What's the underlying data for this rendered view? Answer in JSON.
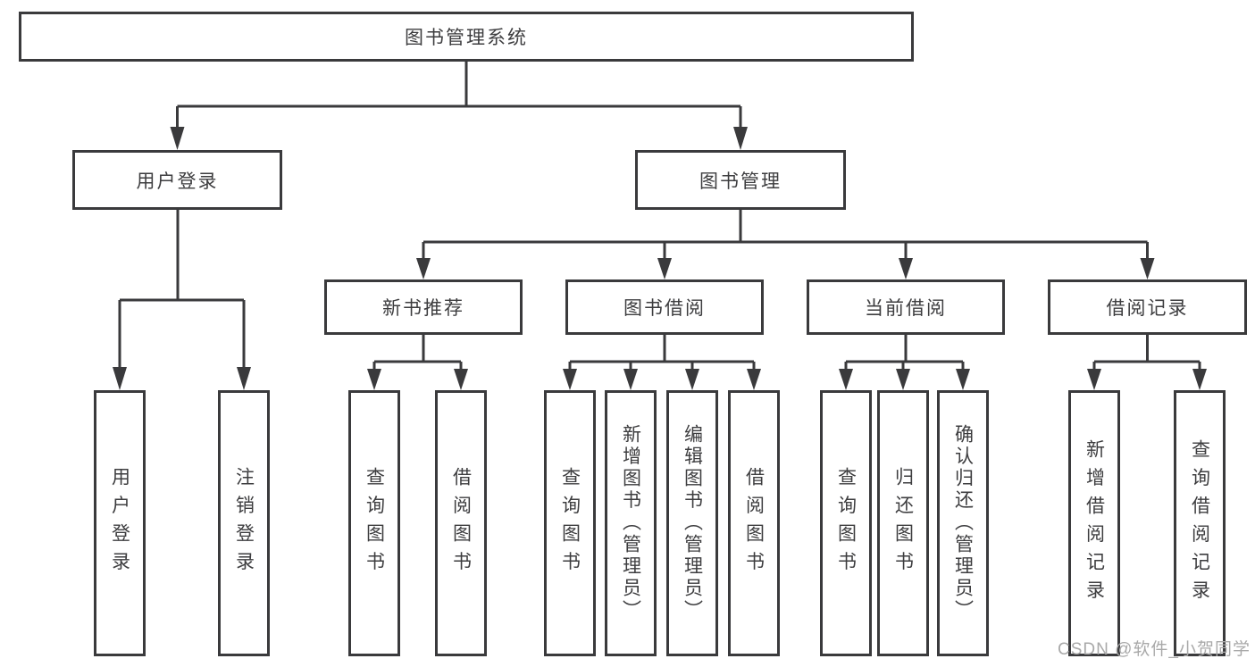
{
  "diagram": {
    "root": {
      "label": "图书管理系统"
    },
    "level2": {
      "user_login": {
        "label": "用户登录"
      },
      "book_mgmt": {
        "label": "图书管理"
      }
    },
    "level3": {
      "new_books": {
        "label": "新书推荐"
      },
      "book_borrow": {
        "label": "图书借阅"
      },
      "current_borrow": {
        "label": "当前借阅"
      },
      "borrow_records": {
        "label": "借阅记录"
      }
    },
    "leaves": {
      "user_login": {
        "label": "用户登录"
      },
      "logout": {
        "label": "注销登录"
      },
      "nb_query_books": {
        "label": "查询图书"
      },
      "nb_borrow_books": {
        "label": "借阅图书"
      },
      "bb_query_books": {
        "label": "查询图书"
      },
      "bb_add_books": {
        "label": "新增图书（管理员）"
      },
      "bb_edit_books": {
        "label": "编辑图书（管理员）"
      },
      "bb_borrow_books": {
        "label": "借阅图书"
      },
      "cb_query_books": {
        "label": "查询图书"
      },
      "cb_return_books": {
        "label": "归还图书"
      },
      "cb_confirm_return": {
        "label": "确认归还（管理员）"
      },
      "br_add_record": {
        "label": "新增借阅记录"
      },
      "br_query_record": {
        "label": "查询借阅记录"
      }
    },
    "watermark": "CSDN @软件_小贺同学",
    "colors": {
      "line": "#3a3a3c",
      "text": "#3d3d3f",
      "watermark": "#a9a9a9",
      "background": "#ffffff"
    }
  }
}
